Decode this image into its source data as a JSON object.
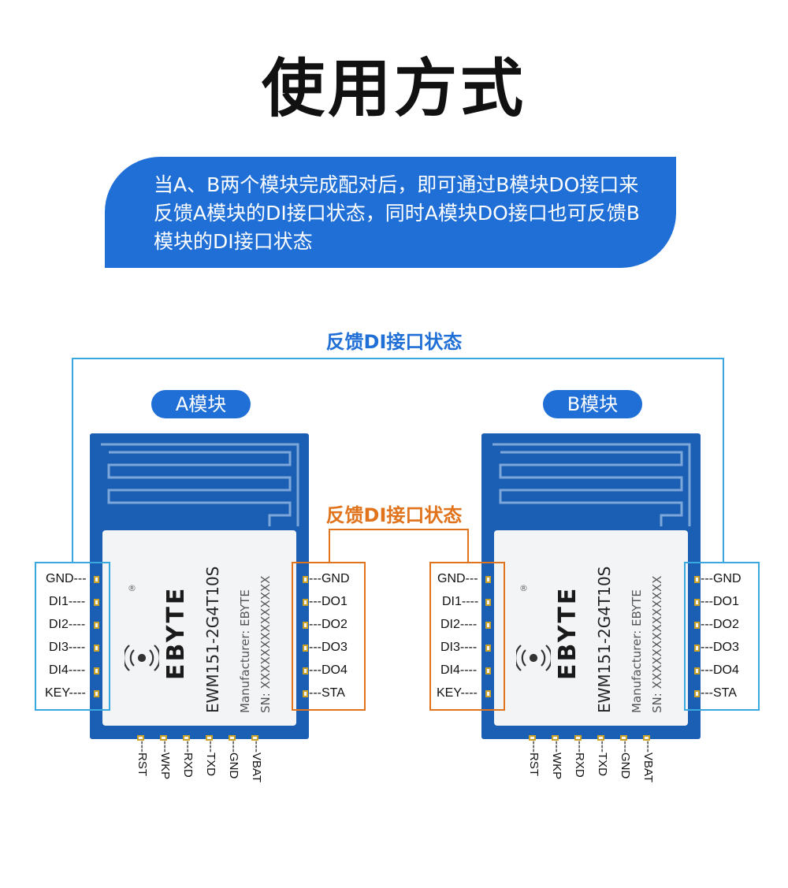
{
  "title": "使用方式",
  "banner": {
    "text": "当A、B两个模块完成配对后，即可通过B模块DO接口来反馈A模块的DI接口状态，同时A模块DO接口也可反馈B模块的DI接口状态"
  },
  "feedback_top": "反馈DI接口状态",
  "feedback_mid": "反馈DI接口状态",
  "colors": {
    "blue": "#1f6fd6",
    "orange": "#e0731c",
    "module": "#1b5fb5",
    "cyan": "#3aa8e0"
  },
  "module_a": {
    "name": "A模块",
    "brand": "EBYTE",
    "model": "EWM151-2G4T10S",
    "manufacturer": "Manufacturer: EBYTE",
    "sn": "SN: XXXXXXXXXXXXXX",
    "reg": "®",
    "left_pins": [
      "GND---",
      "DI1----",
      "DI2----",
      "DI3----",
      "DI4----",
      "KEY----"
    ],
    "right_pins": [
      "---GND",
      "---DO1",
      "---DO2",
      "---DO3",
      "---DO4",
      "---STA"
    ],
    "bottom_pins": [
      "---RST",
      "---WKP",
      "---RXD",
      "---TXD",
      "---GND",
      "---VBAT"
    ]
  },
  "module_b": {
    "name": "B模块",
    "brand": "EBYTE",
    "model": "EWM151-2G4T10S",
    "manufacturer": "Manufacturer: EBYTE",
    "sn": "SN: XXXXXXXXXXXXXX",
    "reg": "®",
    "left_pins": [
      "GND---",
      "DI1----",
      "DI2----",
      "DI3----",
      "DI4----",
      "KEY----"
    ],
    "right_pins": [
      "---GND",
      "---DO1",
      "---DO2",
      "---DO3",
      "---DO4",
      "---STA"
    ],
    "bottom_pins": [
      "---RST",
      "---WKP",
      "---RXD",
      "---TXD",
      "---GND",
      "---VBAT"
    ]
  }
}
